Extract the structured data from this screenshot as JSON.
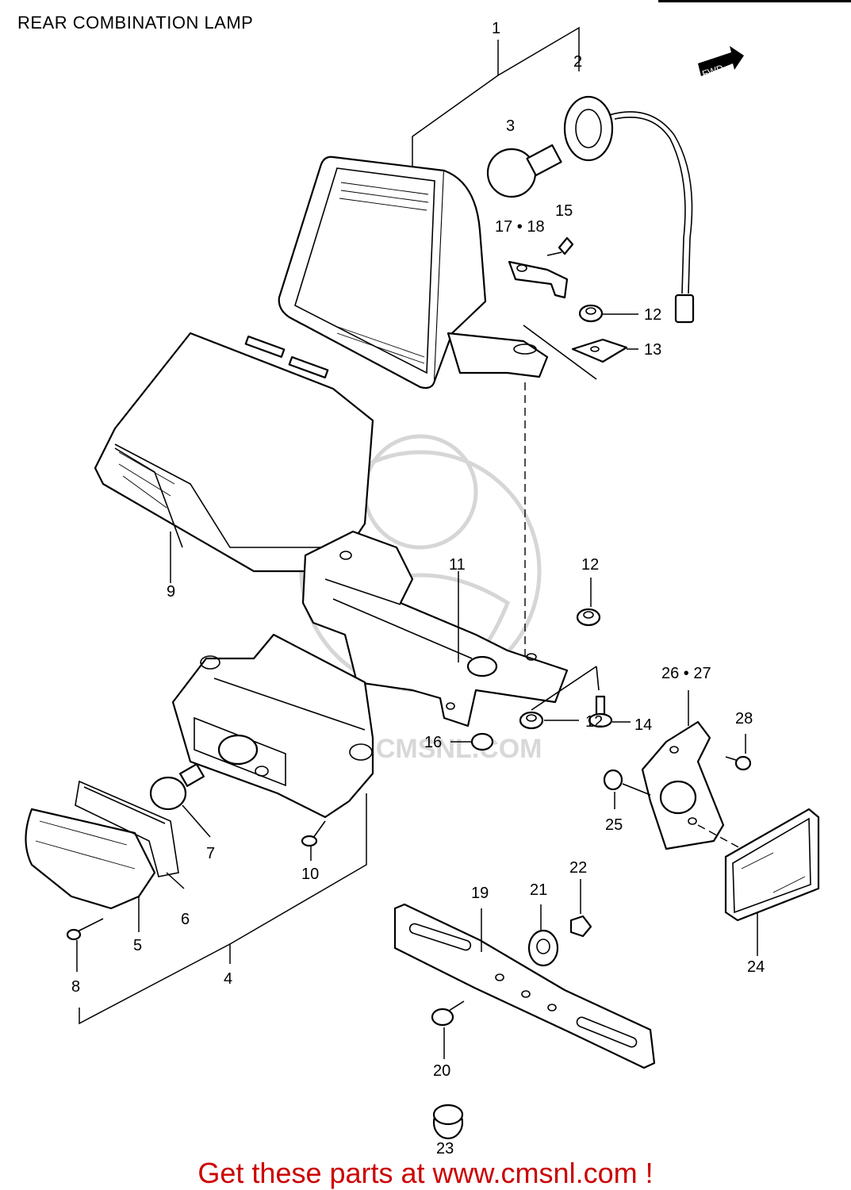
{
  "title": "REAR COMBINATION LAMP",
  "fwd_label": "FWD",
  "watermark_text": "WWW.CMSNL.COM",
  "footer": {
    "prefix": "Get these parts at ",
    "link_text": "www.cmsnl.com",
    "suffix": " !"
  },
  "callouts": {
    "p1": "1",
    "p2": "2",
    "p3": "3",
    "p4": "4",
    "p5": "5",
    "p6": "6",
    "p7": "7",
    "p8": "8",
    "p9": "9",
    "p10": "10",
    "p11": "11",
    "p12a": "12",
    "p12b": "12",
    "p12c": "12",
    "p13": "13",
    "p14": "14",
    "p15": "15",
    "p16": "16",
    "p17_18": "17 • 18",
    "p19": "19",
    "p20": "20",
    "p21": "21",
    "p22": "22",
    "p23": "23",
    "p24": "24",
    "p25": "25",
    "p26_27": "26 • 27",
    "p28": "28"
  }
}
